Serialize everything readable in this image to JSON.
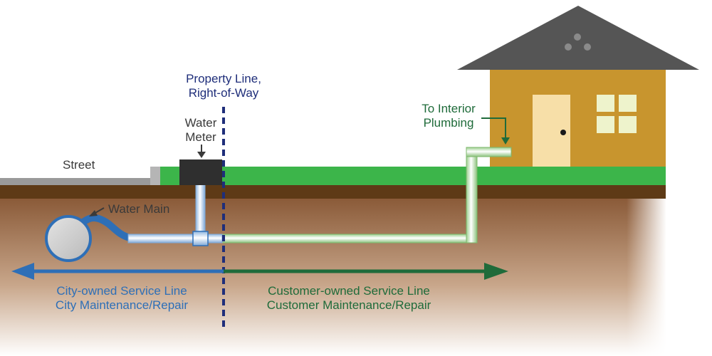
{
  "labels": {
    "property_line": [
      "Property Line,",
      "Right-of-Way"
    ],
    "water_meter": [
      "Water",
      "Meter"
    ],
    "street": "Street",
    "water_main": "Water Main",
    "to_interior": [
      "To Interior",
      "Plumbing"
    ],
    "city_line": [
      "City-owned Service Line",
      "City Maintenance/Repair"
    ],
    "customer_line": [
      "Customer-owned Service Line",
      "Customer Maintenance/Repair"
    ]
  },
  "colors": {
    "city_blue": "#2e6fb7",
    "customer_green": "#1f6b3a",
    "property_line_navy": "#1f2e7a",
    "grass": "#3cb54a",
    "house_wall": "#c8952e",
    "roof": "#555555",
    "door": "#f7dfa8",
    "window": "#eef3cc",
    "topsoil": "#5e3a16"
  }
}
